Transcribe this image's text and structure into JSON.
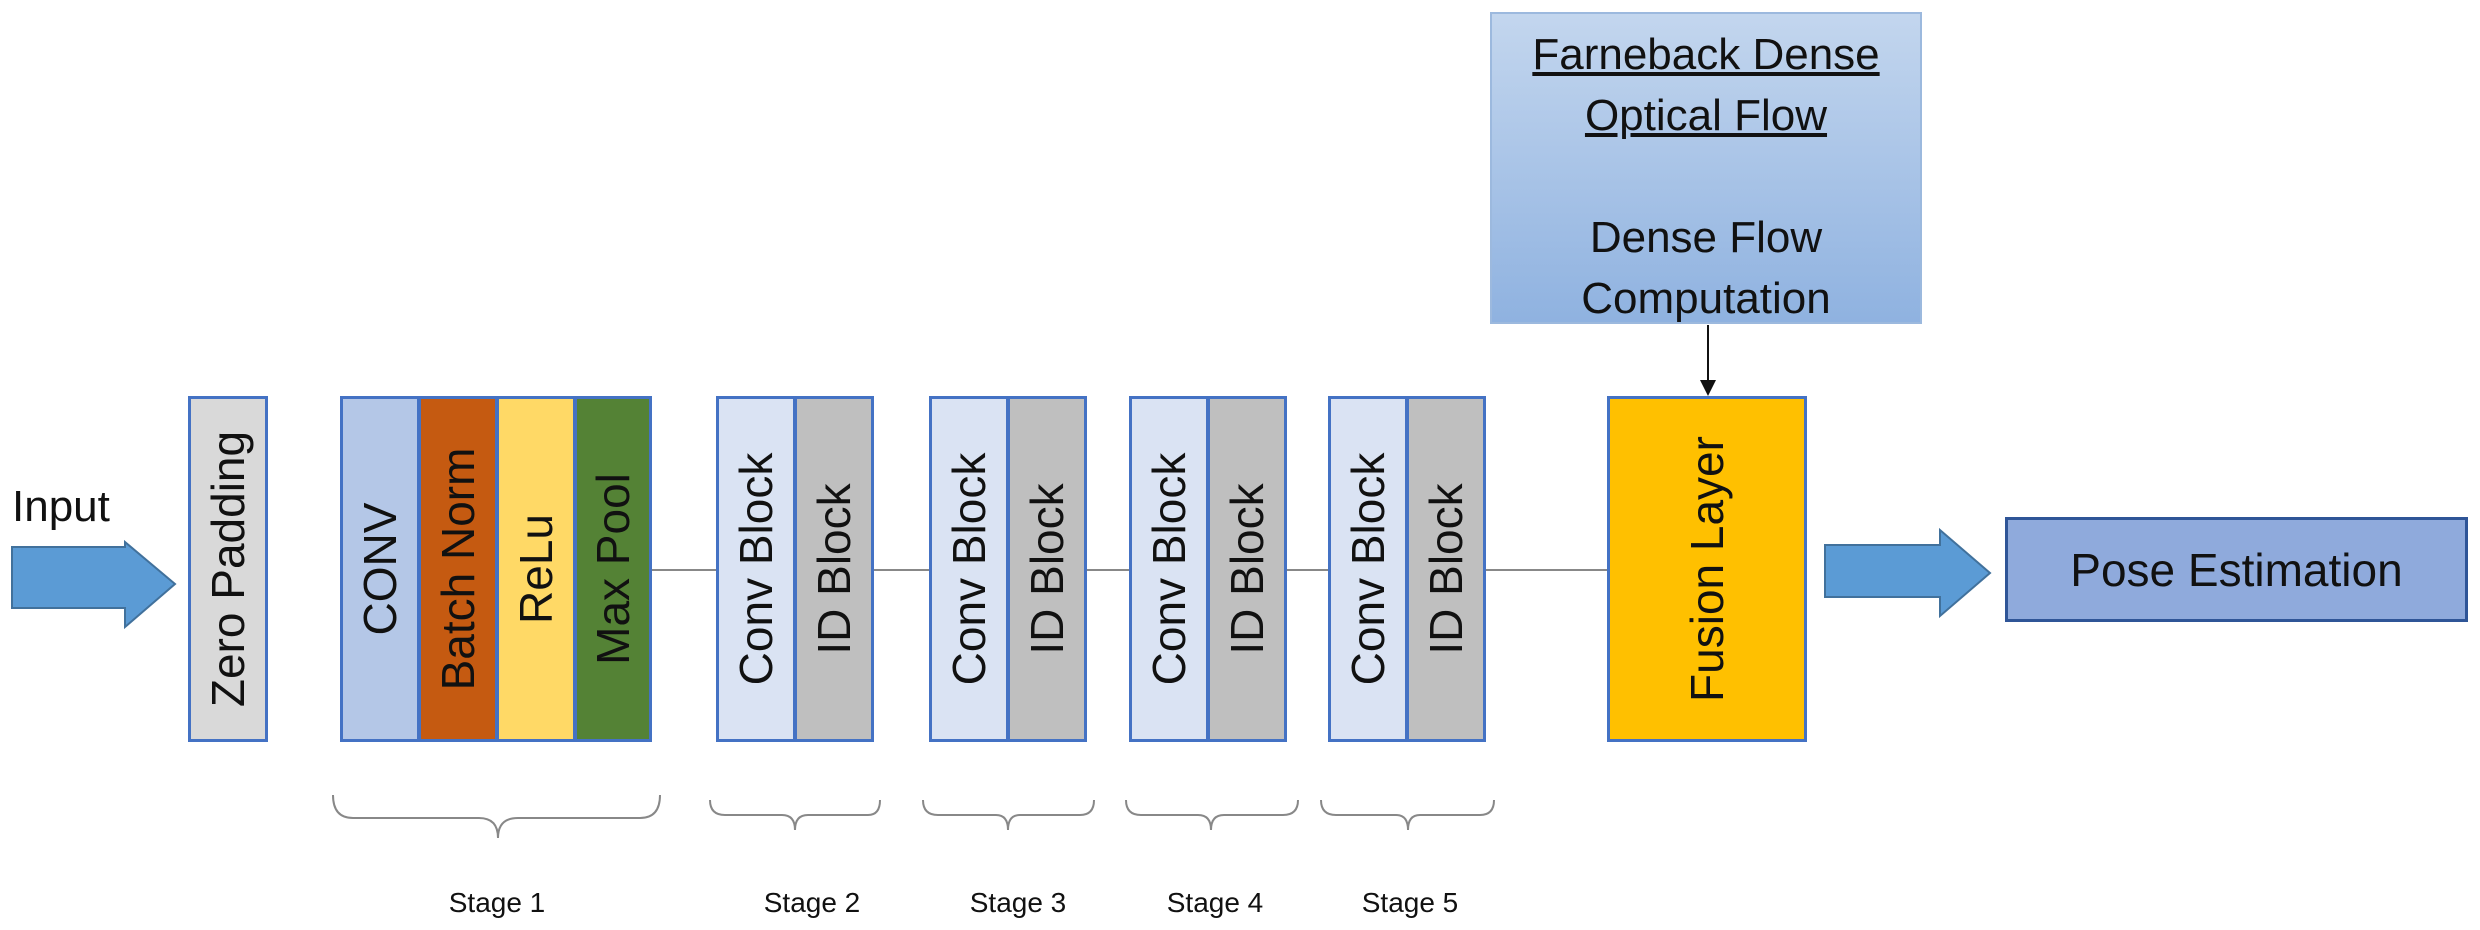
{
  "input_label": "Input",
  "blocks": {
    "zero_padding": "Zero Padding",
    "conv": "CONV",
    "batch_norm": "Batch Norm",
    "relu": "ReLu",
    "max_pool": "Max Pool",
    "conv_block": "Conv Block",
    "id_block": "ID Block",
    "fusion": "Fusion Layer"
  },
  "flow_box": {
    "title_line1": "Farneback Dense",
    "title_line2": "Optical Flow",
    "body_line1": "Dense Flow",
    "body_line2": "Computation"
  },
  "output_label": "Pose Estimation",
  "stages": [
    "Stage 1",
    "Stage 2",
    "Stage 3",
    "Stage 4",
    "Stage 5"
  ],
  "colors": {
    "arrow_blue": "#5b9bd5",
    "zero_padding": "#d9d9d9",
    "conv": "#b4c7e7",
    "batch_norm": "#c55a11",
    "relu": "#ffd966",
    "max_pool": "#548235",
    "conv_block": "#dae3f3",
    "id_block": "#bfbfbf",
    "fusion": "#ffc000",
    "pose": "#8faadc"
  }
}
